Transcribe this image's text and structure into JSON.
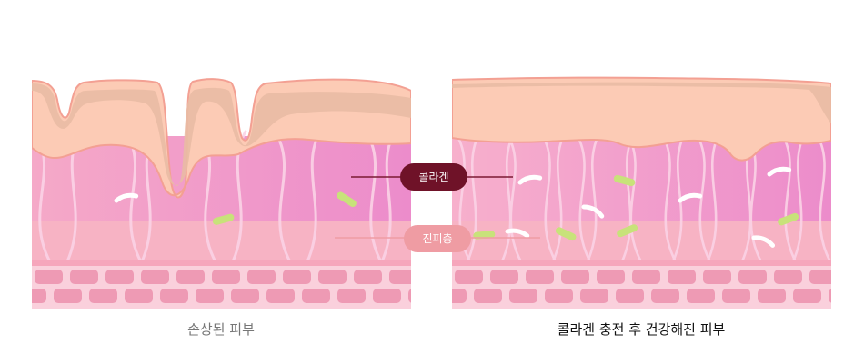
{
  "labels": {
    "collagen": "콜라겐",
    "dermis": "진피층"
  },
  "captions": {
    "left": "손상된 피부",
    "right": "콜라겐 충전 후 건강해진 피부"
  },
  "colors": {
    "epidermis": "#fccbb5",
    "epidermis_shade": "#e9bba4",
    "epidermis_outline": "#f3a093",
    "dermis_top": "#f0a0c8",
    "dermis_bottom": "#f7b3c4",
    "cell_band": "#fad0dc",
    "cell": "#ee9ab4",
    "fiber": "#fbd3e6",
    "collagen_dark": "#6f1228",
    "dermis_label": "#ef9ca3",
    "elastin_green": "#c8e27a",
    "fragment_white": "#ffffff"
  }
}
